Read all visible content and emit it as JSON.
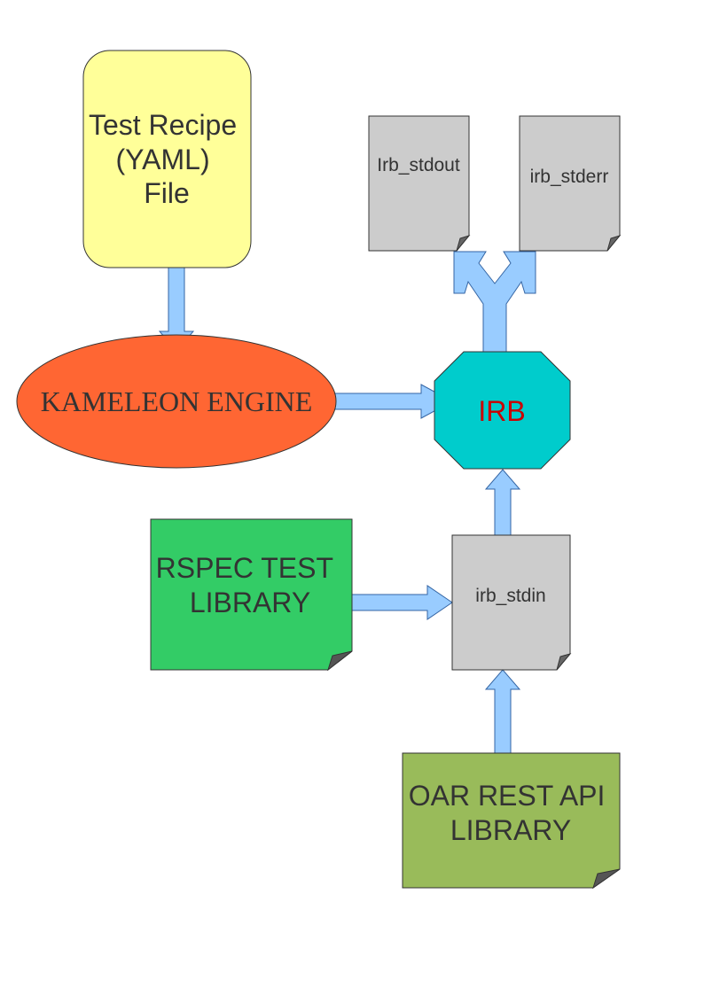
{
  "colors": {
    "arrow_fill": "#99ccff",
    "arrow_stroke": "#3465a4",
    "recipe_fill": "#ffff99",
    "engine_fill": "#ff6633",
    "irb_fill": "#00cccc",
    "irb_text": "#cc0000",
    "doc_fill": "#cccccc",
    "rspec_fill": "#33cc66",
    "oar_fill": "#99bb5a",
    "text": "#333333"
  },
  "nodes": {
    "recipe": {
      "lines": [
        "Test Recipe",
        "(YAML)",
        "File"
      ]
    },
    "engine": {
      "label": "KAMELEON ENGINE"
    },
    "irb": {
      "label": "IRB"
    },
    "stdout": {
      "label": "Irb_stdout"
    },
    "stderr": {
      "label": "irb_stderr"
    },
    "stdin": {
      "label": "irb_stdin"
    },
    "rspec": {
      "lines": [
        "RSPEC TEST",
        "LIBRARY"
      ]
    },
    "oar": {
      "lines": [
        "OAR REST API",
        "LIBRARY"
      ]
    }
  }
}
